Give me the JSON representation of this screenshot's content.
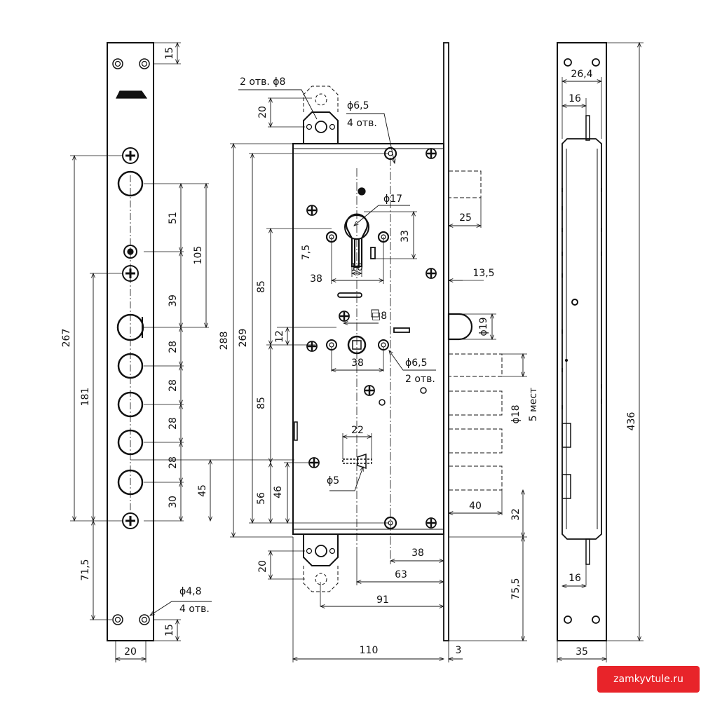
{
  "watermark": "zamkyvtule.ru",
  "front_plate": {
    "top_hole_offset": "15",
    "hole_pitch_51": "51",
    "hole_pitch_39": "39",
    "bolt_pitch_1": "28",
    "bolt_pitch_2": "28",
    "bolt_pitch_3": "28",
    "bolt_pitch_4": "28",
    "bolt_to_screw": "30",
    "span_105": "105",
    "span_267": "267",
    "span_181": "181",
    "span_71_5": "71,5",
    "span_45": "45",
    "bottom_hole_offset": "15",
    "width": "20",
    "holes_dia": "ϕ4,8",
    "holes_count": "4 отв."
  },
  "lock_body": {
    "top_bracket_holes": "2 отв. ϕ8",
    "top_bracket_height": "20",
    "fixing_holes_dia": "ϕ6,5",
    "fixing_holes_count": "4 отв.",
    "cylinder_dia": "ϕ17",
    "cylinder_depth": "33",
    "cylinder_slot": "10",
    "cylinder_offset": "7,5",
    "cylinder_distance_38": "38",
    "span_85_top": "85",
    "span_288": "288",
    "span_269": "269",
    "square_spindle": "□8",
    "spindle_offset": "12",
    "spindle_hole_pitch": "38",
    "spindle_holes_dia": "ϕ6,5",
    "spindle_holes_count": "2 отв.",
    "span_85_bottom": "85",
    "lever_span": "22",
    "lever_dia": "ϕ5",
    "span_56": "56",
    "span_46": "46",
    "bottom_bracket_height": "20",
    "dist_38": "38",
    "dist_63": "63",
    "dist_91": "91",
    "dist_110": "110",
    "faceplate_thickness": "3",
    "deadbolt_throw": "25",
    "latch_throw": "13,5",
    "latch_dia": "ϕ19",
    "bolts_dia": "ϕ18",
    "bolts_count": "5 мест",
    "bolts_throw": "40",
    "bolt_bottom_offset": "32",
    "bottom_offset": "75,5"
  },
  "side_view": {
    "width_26_4": "26,4",
    "width_16_top": "16",
    "height_436": "436",
    "width_16_bottom": "16",
    "depth_35": "35"
  }
}
